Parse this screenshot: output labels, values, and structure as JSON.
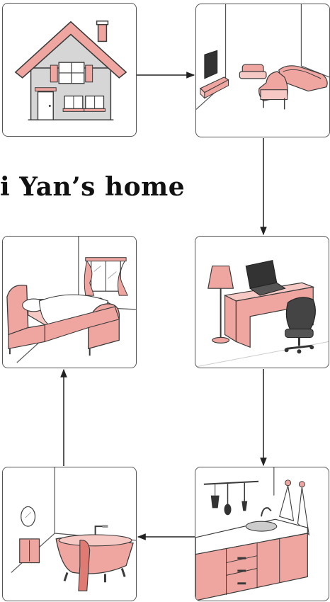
{
  "title": "i Yan’s home",
  "colors": {
    "pink": "#f0a6a0",
    "pink_light": "#f7c9c4",
    "line": "#3a3a3a",
    "gray": "#9a9a9a",
    "dark": "#333333"
  },
  "rooms": [
    {
      "id": "house",
      "icon": "house-icon"
    },
    {
      "id": "living-room",
      "icon": "sofa-icon"
    },
    {
      "id": "study",
      "icon": "desk-icon"
    },
    {
      "id": "kitchen",
      "icon": "kitchen-sink-icon"
    },
    {
      "id": "bathroom",
      "icon": "bathtub-icon"
    },
    {
      "id": "bedroom",
      "icon": "bed-icon"
    }
  ]
}
